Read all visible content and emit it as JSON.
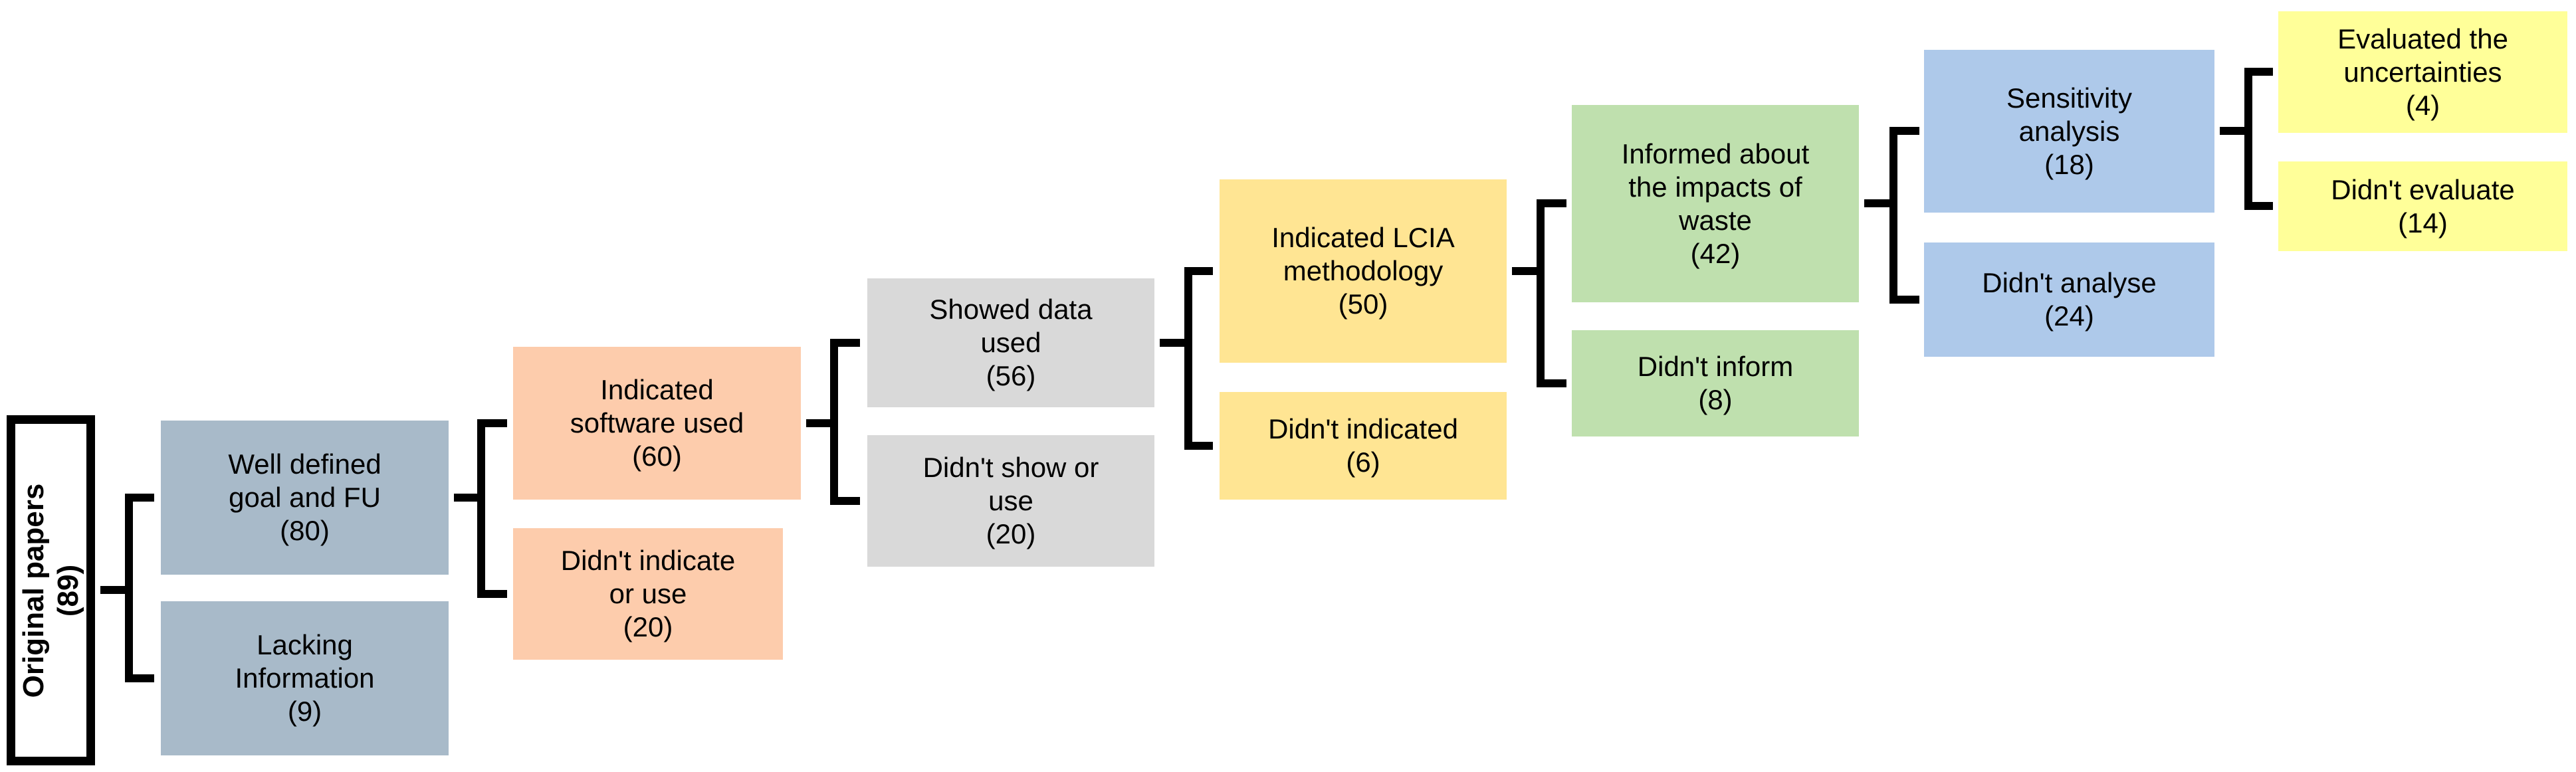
{
  "diagram": {
    "root": {
      "lines": [
        "Original papers",
        "(89)"
      ],
      "color": "#FFFFFF",
      "border_color": "#000000"
    },
    "nodes": [
      {
        "lines": [
          "Well defined",
          "goal and FU",
          "(80)"
        ],
        "color": "#A8BAC9"
      },
      {
        "lines": [
          "Lacking",
          "Information",
          "(9)"
        ],
        "color": "#A8BAC9"
      },
      {
        "lines": [
          "Indicated",
          "software used",
          "(60)"
        ],
        "color": "#FDCCAC"
      },
      {
        "lines": [
          "Didn't indicate",
          "or use",
          "(20)"
        ],
        "color": "#FDCCAC"
      },
      {
        "lines": [
          "Showed data",
          "used",
          "(56)"
        ],
        "color": "#D9D9D9"
      },
      {
        "lines": [
          "Didn't show or",
          "use",
          "(20)"
        ],
        "color": "#D9D9D9"
      },
      {
        "lines": [
          "Indicated LCIA",
          "methodology",
          "(50)"
        ],
        "color": "#FFE593"
      },
      {
        "lines": [
          "Didn't indicated",
          "(6)"
        ],
        "color": "#FFE593"
      },
      {
        "lines": [
          "Informed about",
          "the impacts of",
          "waste",
          "(42)"
        ],
        "color": "#BFE0AE"
      },
      {
        "lines": [
          "Didn't inform",
          "(8)"
        ],
        "color": "#BFE0AE"
      },
      {
        "lines": [
          "Sensitivity",
          "analysis",
          "(18)"
        ],
        "color": "#AEC9EA"
      },
      {
        "lines": [
          "Didn't analyse",
          "(24)"
        ],
        "color": "#AEC9EA"
      },
      {
        "lines": [
          "Evaluated the",
          "uncertainties",
          "(4)"
        ],
        "color": "#FFFF99"
      },
      {
        "lines": [
          "Didn't evaluate",
          "(14)"
        ],
        "color": "#FFFF99"
      }
    ],
    "connector_color": "#000000"
  }
}
